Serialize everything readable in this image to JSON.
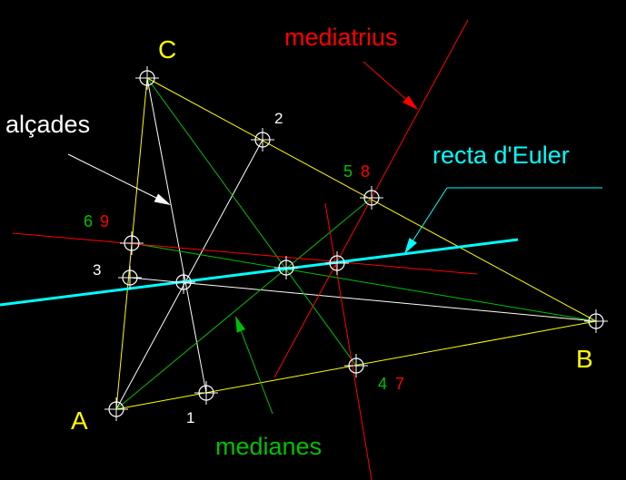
{
  "colors": {
    "background": "#000000",
    "triangle": "#ffff00",
    "altitudes": "#ffffff",
    "medians": "#00c000",
    "bisectors": "#ff0000",
    "euler": "#00ffff",
    "vertex_labels": "#ffff00",
    "markers": "#ffffff"
  },
  "vertices": {
    "A": "A",
    "B": "B",
    "C": "C"
  },
  "foot_labels": {
    "f1": "1",
    "f2": "2",
    "f3": "3"
  },
  "pairs": [
    {
      "median": "5",
      "bisector": "8"
    },
    {
      "median": "6",
      "bisector": "9"
    },
    {
      "median": "4",
      "bisector": "7"
    }
  ],
  "annotations": {
    "altitudes": "alçades",
    "bisectors": "mediatrius",
    "medians": "medianes",
    "euler": "recta d'Euler"
  },
  "icons": {
    "marker": "crosshair-circle-icon",
    "arrow": "arrow-icon"
  }
}
